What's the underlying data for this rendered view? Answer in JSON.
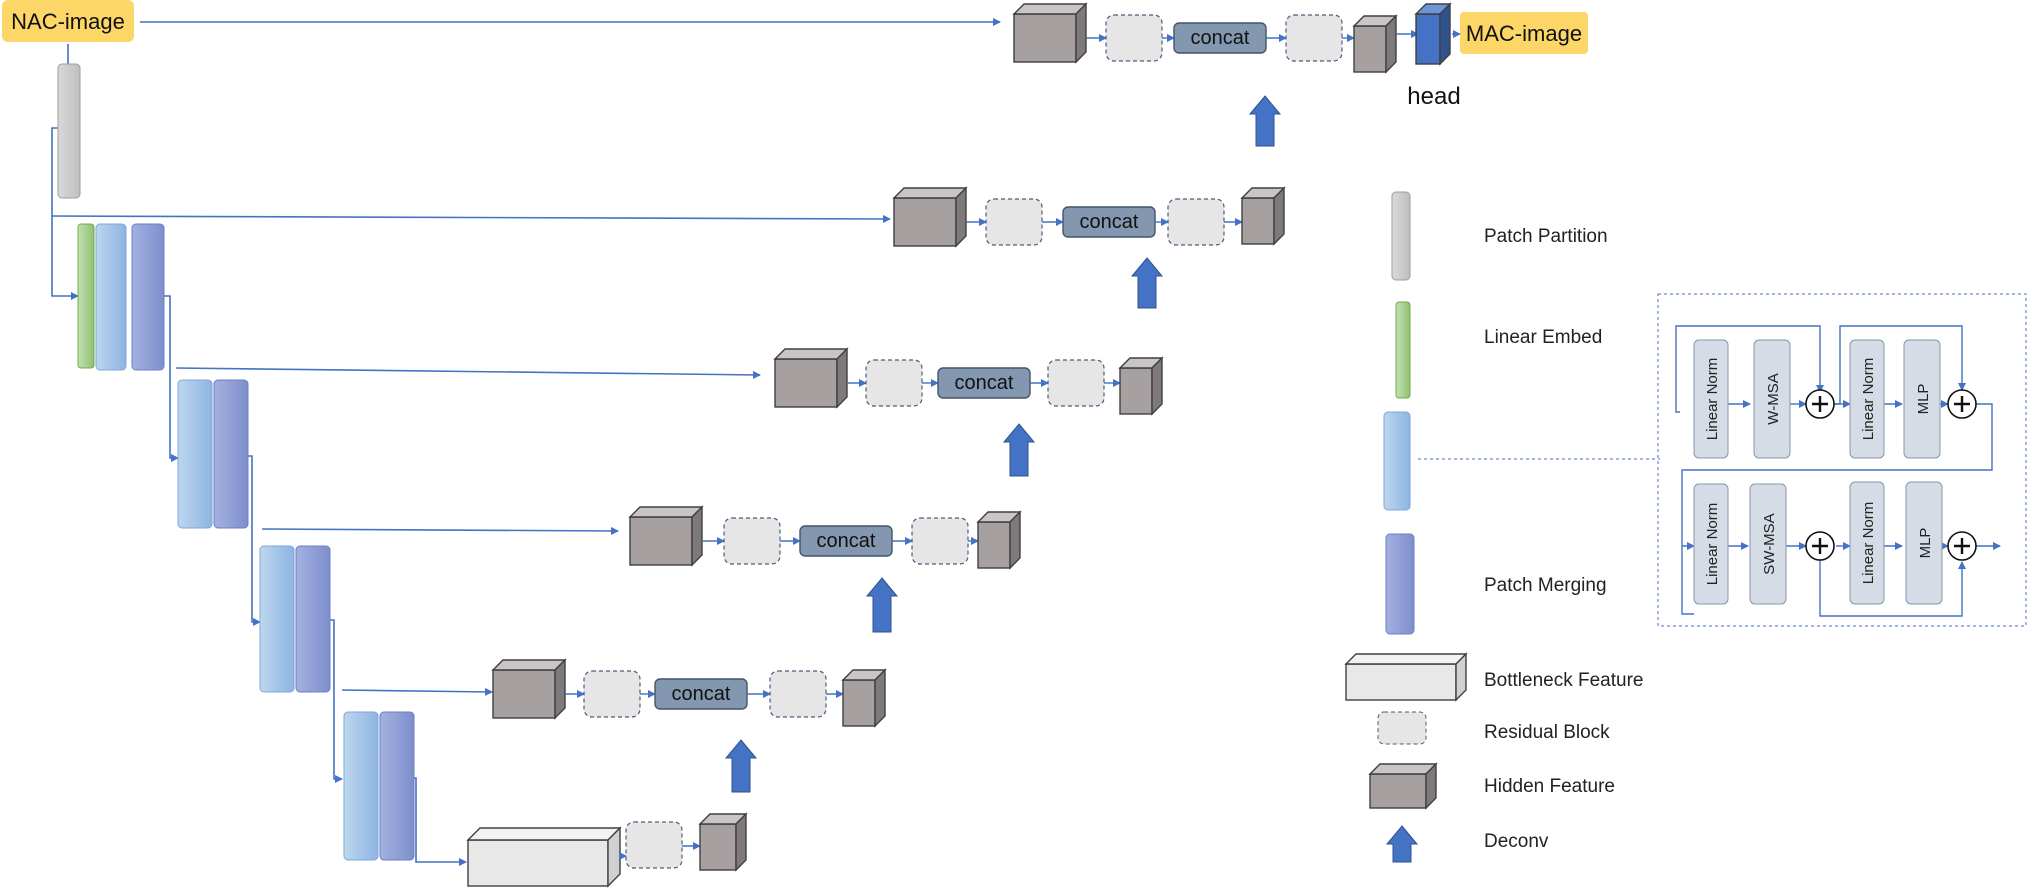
{
  "io": {
    "input_label": "NAC-image",
    "output_label": "MAC-image",
    "head_label": "head"
  },
  "decoder": {
    "concat_label": "concat"
  },
  "legend": {
    "patch_partition": "Patch Partition",
    "linear_embed": "Linear Embed",
    "patch_merging": "Patch Merging",
    "bottleneck": "Bottleneck Feature",
    "residual": "Residual Block",
    "hidden": "Hidden Feature",
    "deconv": "Deconv"
  },
  "swin_block": {
    "linear_norm": "Linear Norm",
    "wmsa": "W-MSA",
    "swmsa": "SW-MSA",
    "mlp": "MLP"
  },
  "colors": {
    "yellow": "#fdd668",
    "line": "#4472c4",
    "gray_cube": "#aaa3a3",
    "concat": "#8497b0",
    "deconv": "#4472c4",
    "green": "#a9d18e",
    "light_blue": "#9dc3e6",
    "purple": "#8e9fd4"
  }
}
